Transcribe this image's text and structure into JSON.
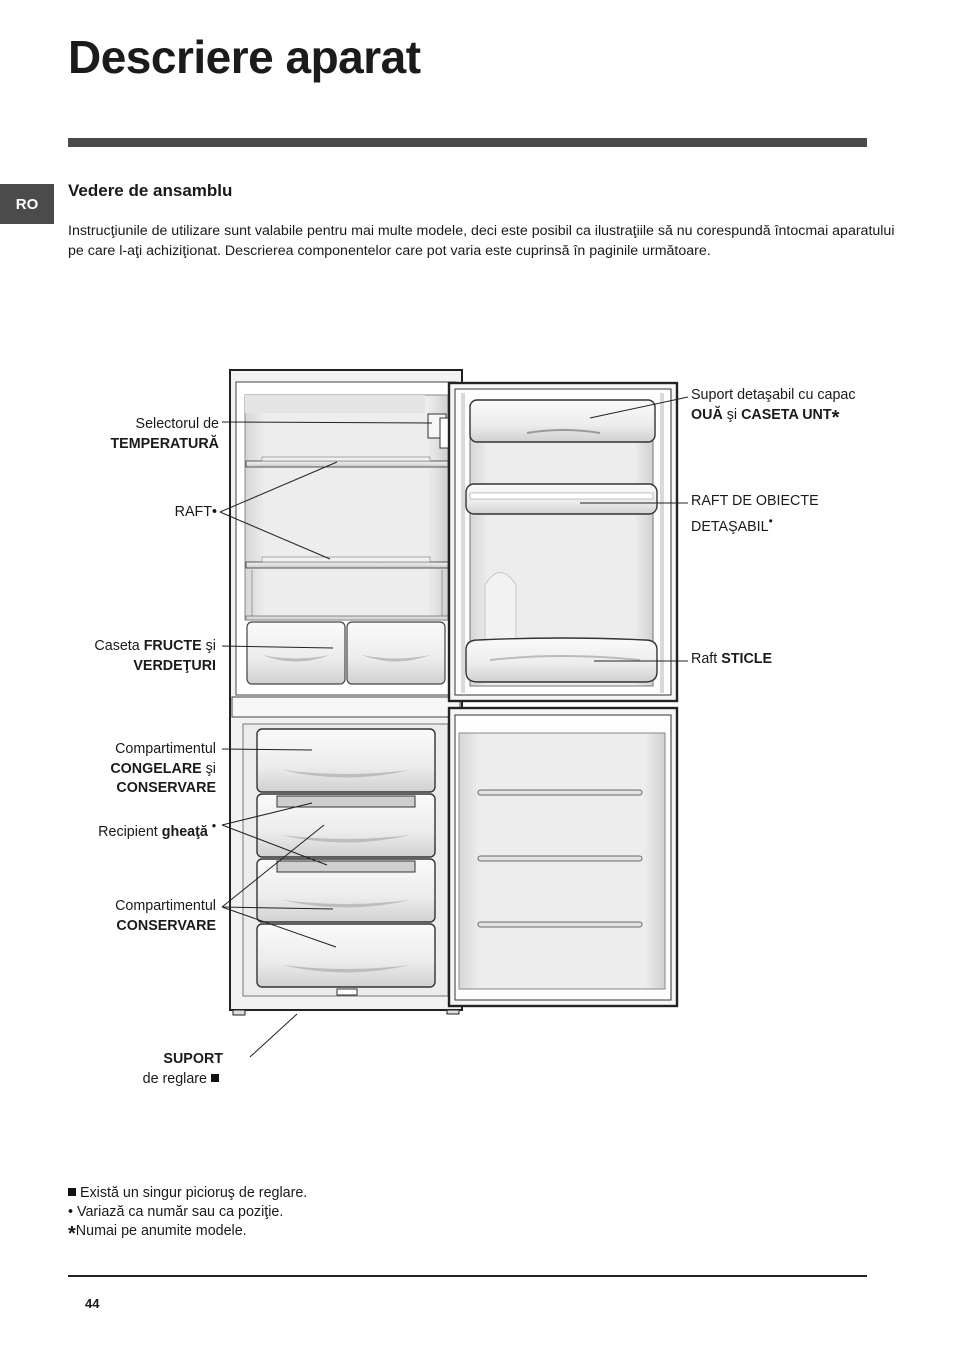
{
  "page": {
    "title": "Descriere aparat",
    "lang_tab": "RO",
    "section_title": "Vedere de ansamblu",
    "intro": "Instrucţiunile de utilizare sunt valabile pentru mai multe modele, deci este posibil ca ilustraţiile să nu corespundă întocmai aparatului pe care l-aţi achiziţionat. Descrierea componentelor care pot varia este cuprinsă în paginile următoare.",
    "page_number": "44"
  },
  "labels": {
    "selector_1": "Selectorul de",
    "selector_2": "TEMPERATURĂ",
    "raft": "RAFT•",
    "caseta_a": "Caseta ",
    "caseta_b": "FRUCTE",
    "caseta_c": " şi",
    "caseta_2": "VERDEŢURI",
    "congelare_1": "Compartimentul",
    "congelare_2": "CONGELARE",
    "congelare_2b": " şi",
    "congelare_3": "CONSERVARE",
    "gheata_a": "Recipient ",
    "gheata_b": "gheaţă",
    "gheata_sup": "•",
    "conservare_1": "Compartimentul",
    "conservare_2": "CONSERVARE",
    "suport_1": "SUPORT",
    "suport_2": "de reglare",
    "oua_1": "Suport detaşabil cu capac",
    "oua_2a": "OUĂ",
    "oua_2b": " şi ",
    "oua_2c": "CASETA UNT",
    "oua_star": "*",
    "raft_obiecte_1": "RAFT DE OBIECTE",
    "raft_obiecte_2": "DETAŞABIL",
    "raft_obiecte_sup": "•",
    "sticle_a": "Raft ",
    "sticle_b": "STICLE"
  },
  "notes": {
    "note_1": "Există un singur picioruş de reglare.",
    "note_2": "• Variază ca număr sau ca poziţie.",
    "note_3_star": "*",
    "note_3": "Numai pe anumite modele."
  },
  "colors": {
    "bar": "#4a4a4a",
    "tab": "#4b4b4b",
    "line": "#222222"
  }
}
